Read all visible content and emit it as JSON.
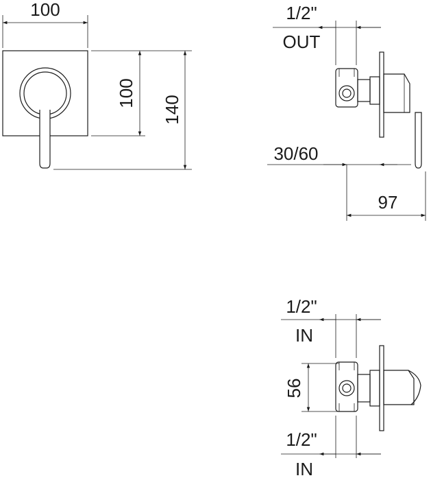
{
  "dimensions": {
    "front_width": "100",
    "front_plate_height": "100",
    "front_total_height": "140",
    "side_top_thread": "1/2\"",
    "side_top_port": "OUT",
    "side_depth_range": "30/60",
    "side_projection": "97",
    "bottom_center_distance": "56",
    "bottom_upper_thread": "1/2\"",
    "bottom_upper_port": "IN",
    "bottom_lower_thread": "1/2\"",
    "bottom_lower_port": "IN"
  }
}
